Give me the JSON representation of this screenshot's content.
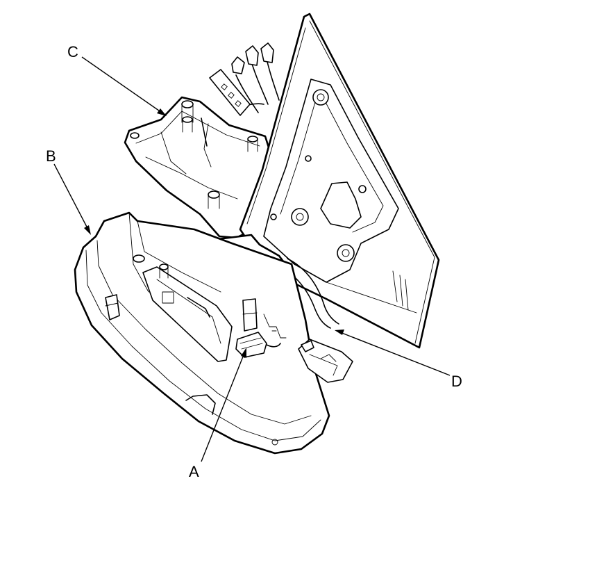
{
  "callouts": {
    "a": "A",
    "b": "B",
    "c": "C",
    "d": "D"
  },
  "colors": {
    "line": "#000000",
    "background": "#ffffff"
  }
}
